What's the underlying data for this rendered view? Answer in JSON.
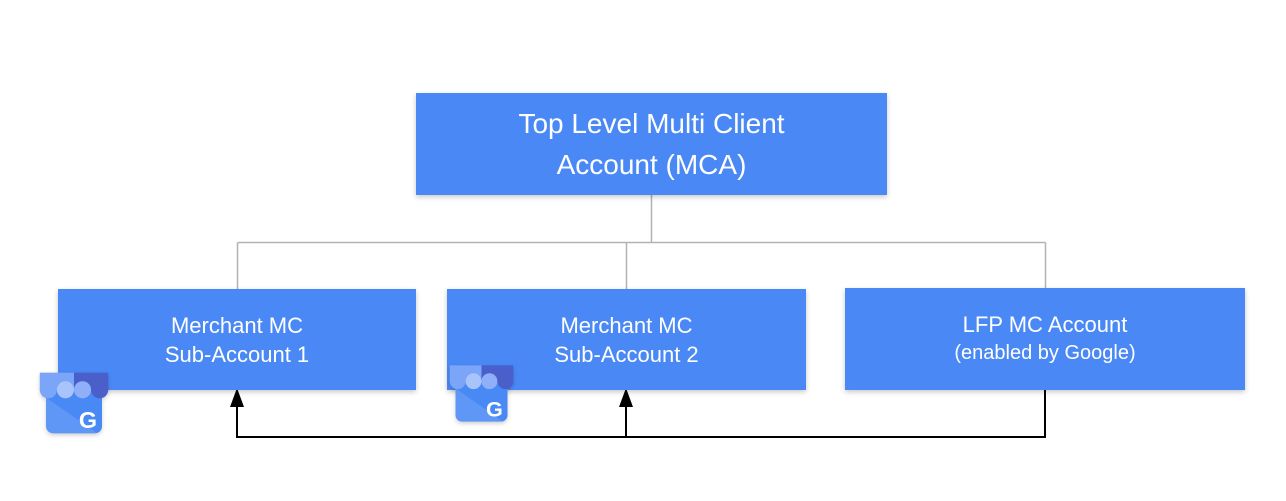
{
  "diagram": {
    "colors": {
      "node_fill": "#4A89F5",
      "node_text": "#FFFFFF",
      "connector_gray": "#B3B3B3",
      "arrow_black": "#000000"
    },
    "nodes": [
      {
        "id": "mca",
        "line1": "Top Level Multi Client",
        "line2": "Account (MCA)"
      },
      {
        "id": "sub1",
        "line1": "Merchant MC",
        "line2": "Sub-Account 1"
      },
      {
        "id": "sub2",
        "line1": "Merchant MC",
        "line2": "Sub-Account 2"
      },
      {
        "id": "lfp",
        "line1": "LFP MC Account",
        "line2": "(enabled by Google)"
      }
    ],
    "icons": [
      {
        "name": "google-my-business-icon",
        "letter": "G"
      },
      {
        "name": "google-my-business-icon",
        "letter": "G"
      }
    ],
    "edges": [
      {
        "from": "mca",
        "to": "sub1",
        "style": "plain-gray-tree"
      },
      {
        "from": "mca",
        "to": "sub2",
        "style": "plain-gray-tree"
      },
      {
        "from": "mca",
        "to": "lfp",
        "style": "plain-gray-tree"
      },
      {
        "from": "lfp",
        "to": "sub1",
        "style": "black-arrow-up"
      },
      {
        "from": "lfp",
        "to": "sub2",
        "style": "black-arrow-up"
      }
    ]
  }
}
